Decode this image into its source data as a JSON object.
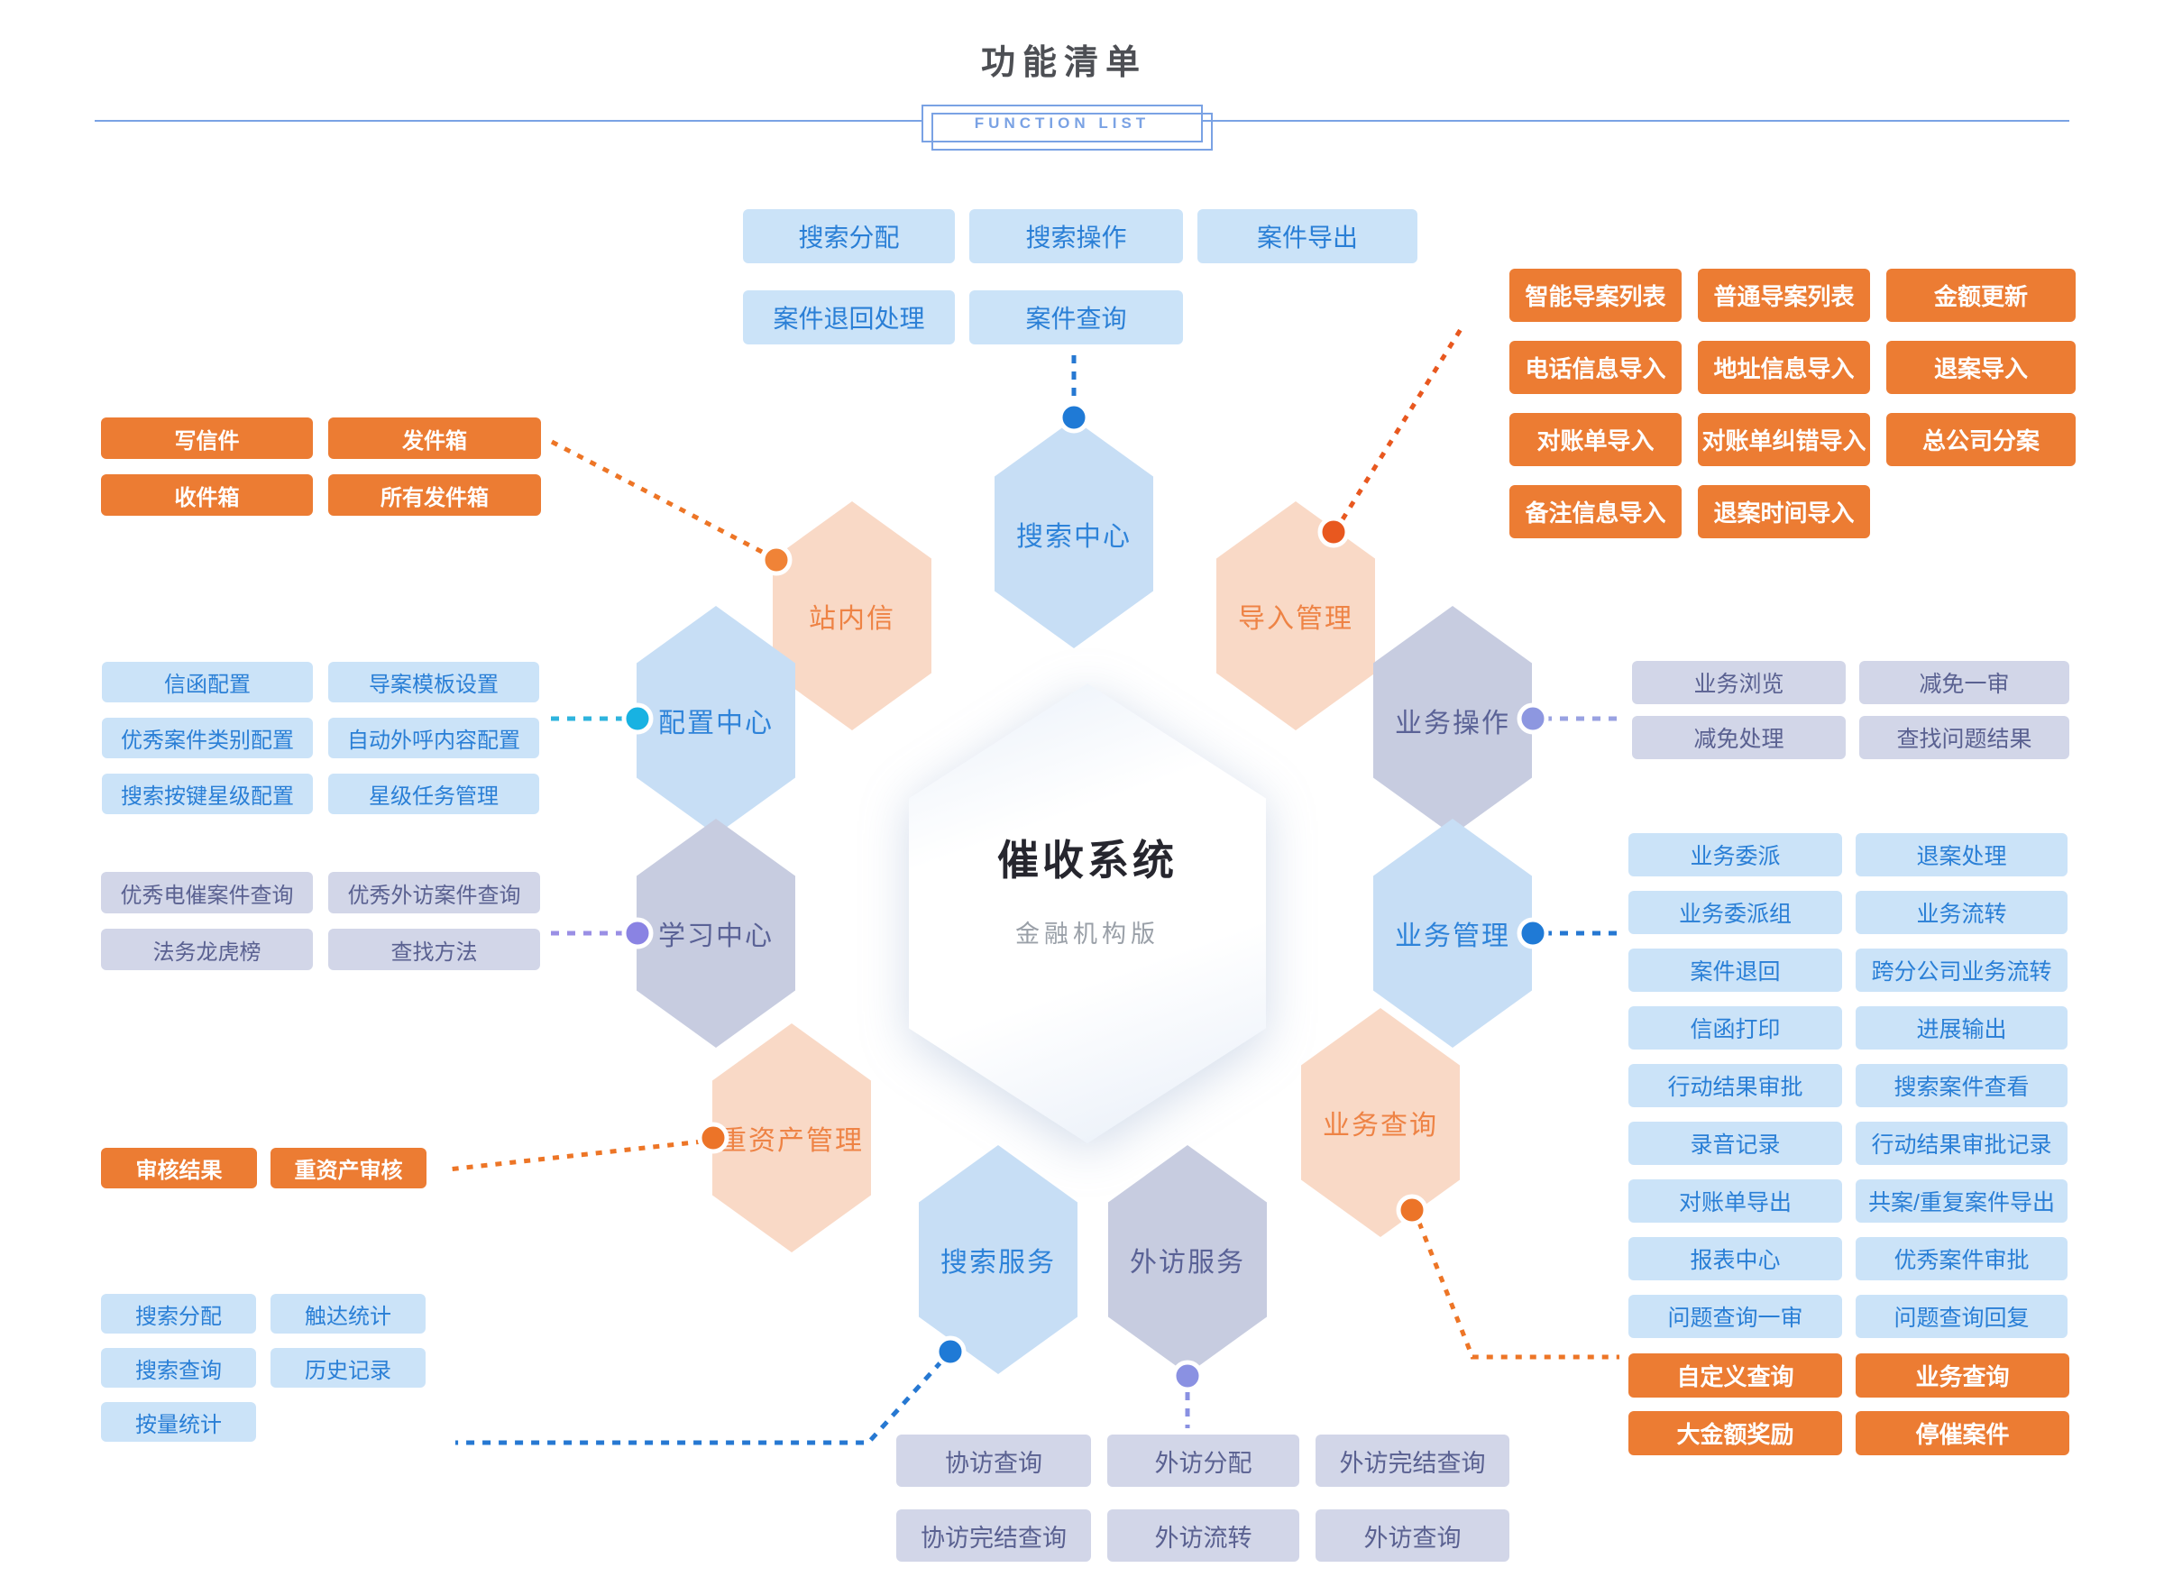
{
  "title": "功能清单",
  "title_en": "FUNCTION LIST",
  "center": {
    "title": "催收系统",
    "subtitle": "金融机构版"
  },
  "hexagons": {
    "nodes": [
      {
        "id": "search-center",
        "label": "搜索中心",
        "theme": "blue"
      },
      {
        "id": "mail",
        "label": "站内信",
        "theme": "peach"
      },
      {
        "id": "import-mgmt",
        "label": "导入管理",
        "theme": "peach"
      },
      {
        "id": "config-center",
        "label": "配置中心",
        "theme": "blue"
      },
      {
        "id": "biz-ops",
        "label": "业务操作",
        "theme": "violet"
      },
      {
        "id": "learning-center",
        "label": "学习中心",
        "theme": "violet"
      },
      {
        "id": "biz-mgmt",
        "label": "业务管理",
        "theme": "blue"
      },
      {
        "id": "heavy-asset",
        "label": "重资产管理",
        "theme": "peach"
      },
      {
        "id": "biz-query",
        "label": "业务查询",
        "theme": "peach"
      },
      {
        "id": "search-svc",
        "label": "搜索服务",
        "theme": "blue"
      },
      {
        "id": "visit-svc",
        "label": "外访服务",
        "theme": "violet"
      }
    ]
  },
  "groups": {
    "search_center_fns": {
      "rows": [
        [
          "搜索分配",
          "搜索操作",
          "案件导出"
        ],
        [
          "案件退回处理",
          "案件查询"
        ]
      ]
    },
    "import_mgmt_fns": {
      "rows": [
        [
          "智能导案列表",
          "普通导案列表",
          "金额更新"
        ],
        [
          "电话信息导入",
          "地址信息导入",
          "退案导入"
        ],
        [
          "对账单导入",
          "对账单纠错导入",
          "总公司分案"
        ],
        [
          "备注信息导入",
          "退案时间导入"
        ]
      ]
    },
    "biz_ops_fns": {
      "rows": [
        [
          "业务浏览",
          "减免一审"
        ],
        [
          "减免处理",
          "查找问题结果"
        ]
      ]
    },
    "biz_mgmt_fns": {
      "rows": [
        [
          "业务委派",
          "退案处理"
        ],
        [
          "业务委派组",
          "业务流转"
        ],
        [
          "案件退回",
          "跨分公司业务流转"
        ],
        [
          "信函打印",
          "进展输出"
        ],
        [
          "行动结果审批",
          "搜索案件查看"
        ],
        [
          "录音记录",
          "行动结果审批记录"
        ],
        [
          "对账单导出",
          "共案/重复案件导出"
        ],
        [
          "报表中心",
          "优秀案件审批"
        ],
        [
          "问题查询一审",
          "问题查询回复"
        ]
      ]
    },
    "biz_query_fns": {
      "rows": [
        [
          "自定义查询",
          "业务查询"
        ],
        [
          "大金额奖励",
          "停催案件"
        ]
      ]
    },
    "visit_svc_fns": {
      "rows": [
        [
          "协访查询",
          "外访分配",
          "外访完结查询"
        ],
        [
          "协访完结查询",
          "外访流转",
          "外访查询"
        ]
      ]
    },
    "search_svc_fns": {
      "rows": [
        [
          "搜索分配",
          "触达统计"
        ],
        [
          "搜索查询",
          "历史记录"
        ],
        [
          "按量统计"
        ]
      ]
    },
    "heavy_asset_fns": {
      "rows": [
        [
          "审核结果",
          "重资产审核"
        ]
      ]
    },
    "learning_fns": {
      "rows": [
        [
          "优秀电催案件查询",
          "优秀外访案件查询"
        ],
        [
          "法务龙虎榜",
          "查找方法"
        ]
      ]
    },
    "config_fns": {
      "rows": [
        [
          "信函配置",
          "导案模板设置"
        ],
        [
          "优秀案件类别配置",
          "自动外呼内容配置"
        ],
        [
          "搜索按键星级配置",
          "星级任务管理"
        ]
      ]
    },
    "mail_fns": {
      "rows": [
        [
          "写信件",
          "发件箱"
        ],
        [
          "收件箱",
          "所有发件箱"
        ]
      ]
    }
  },
  "palette": {
    "accent_blue": "#2a7fd6",
    "light_blue_bg": "#cbe3f8",
    "orange": "#ec7c33",
    "peach_bg": "#f9d9c6",
    "violet_text": "#5a6191",
    "violet_bg": "#d2d6e8",
    "title_line_blue": "#7aa2e4",
    "dot_blue": "#1f7ad6",
    "dot_cyan": "#18b2e2",
    "dot_purple": "#8d97e0",
    "dot_orange": "#ed7526"
  }
}
